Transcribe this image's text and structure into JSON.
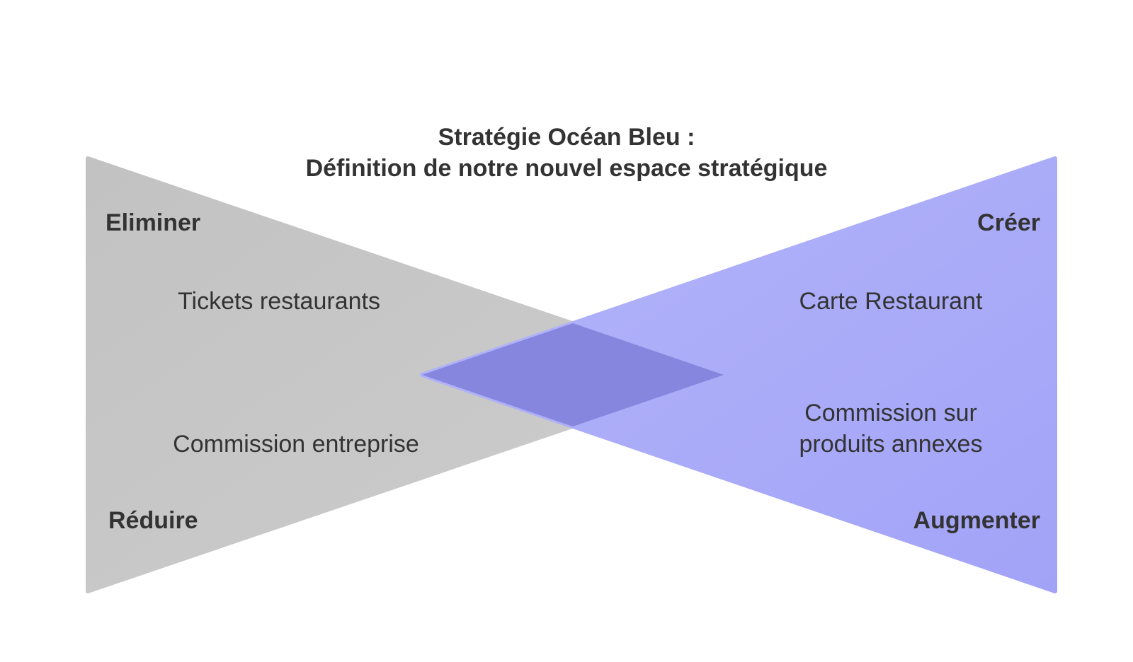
{
  "title": {
    "line1": "Stratégie Océan Bleu :",
    "line2": "Définition de notre nouvel espace stratégique"
  },
  "colors": {
    "left_triangle": "#c6c6c6",
    "right_triangle": "#a9aaf8",
    "overlap": "#8686de",
    "text": "#333333"
  },
  "quadrants": {
    "eliminer": {
      "label": "Eliminer",
      "items": [
        "Tickets restaurants"
      ]
    },
    "reduire": {
      "label": "Réduire",
      "items": [
        "Commission entreprise"
      ]
    },
    "creer": {
      "label": "Créer",
      "items": [
        "Carte Restaurant"
      ]
    },
    "augmenter": {
      "label": "Augmenter",
      "items": [
        "Commission sur",
        "produits annexes"
      ]
    }
  }
}
